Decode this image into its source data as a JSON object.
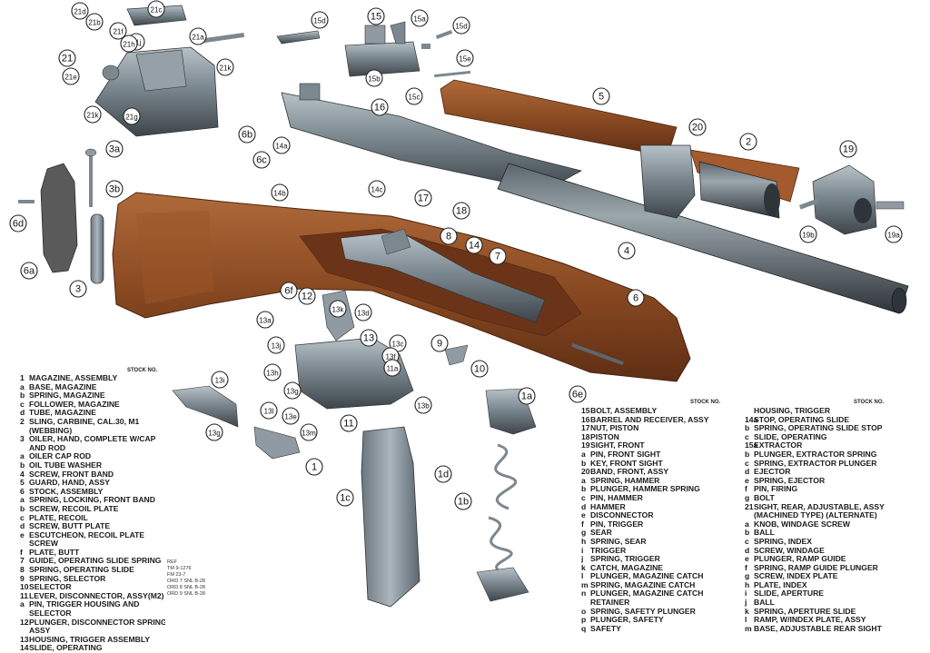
{
  "callouts": [
    {
      "label": "21d"
    },
    {
      "label": "21b"
    },
    {
      "label": "21f"
    },
    {
      "label": "21j"
    },
    {
      "label": "21h"
    },
    {
      "label": "21c"
    },
    {
      "label": "21"
    },
    {
      "label": "21e"
    },
    {
      "label": "21k"
    },
    {
      "label": "21g"
    },
    {
      "label": "21k"
    },
    {
      "label": "21a"
    },
    {
      "label": "15d"
    },
    {
      "label": "15"
    },
    {
      "label": "15a"
    },
    {
      "label": "15b"
    },
    {
      "label": "15c"
    },
    {
      "label": "15d"
    },
    {
      "label": "15e"
    },
    {
      "label": "5"
    },
    {
      "label": "16"
    },
    {
      "label": "20"
    },
    {
      "label": "2"
    },
    {
      "label": "19"
    },
    {
      "label": "6b"
    },
    {
      "label": "6c"
    },
    {
      "label": "14a"
    },
    {
      "label": "14c"
    },
    {
      "label": "14b"
    },
    {
      "label": "17"
    },
    {
      "label": "18"
    },
    {
      "label": "4"
    },
    {
      "label": "19b"
    },
    {
      "label": "19a"
    },
    {
      "label": "3a"
    },
    {
      "label": "3b"
    },
    {
      "label": "6d"
    },
    {
      "label": "6a"
    },
    {
      "label": "3"
    },
    {
      "label": "8"
    },
    {
      "label": "14"
    },
    {
      "label": "7"
    },
    {
      "label": "6"
    },
    {
      "label": "6f"
    },
    {
      "label": "12"
    },
    {
      "label": "13a"
    },
    {
      "label": "13k"
    },
    {
      "label": "13d"
    },
    {
      "label": "13"
    },
    {
      "label": "13c"
    },
    {
      "label": "13f"
    },
    {
      "label": "13j"
    },
    {
      "label": "11a"
    },
    {
      "label": "9"
    },
    {
      "label": "10"
    },
    {
      "label": "6e"
    },
    {
      "label": "13i"
    },
    {
      "label": "13h"
    },
    {
      "label": "13g"
    },
    {
      "label": "13l"
    },
    {
      "label": "13e"
    },
    {
      "label": "13m"
    },
    {
      "label": "11"
    },
    {
      "label": "13b"
    },
    {
      "label": "13g"
    },
    {
      "label": "1"
    },
    {
      "label": "1c"
    },
    {
      "label": "1d"
    },
    {
      "label": "1b"
    },
    {
      "label": "1a"
    }
  ],
  "legend_left": {
    "stock_header": "STOCK NO.",
    "items": [
      {
        "num": "1",
        "text": "MAGAZINE, ASSEMBLY"
      },
      {
        "num": "a",
        "text": "BASE, MAGAZINE"
      },
      {
        "num": "b",
        "text": "SPRING, MAGAZINE"
      },
      {
        "num": "c",
        "text": "FOLLOWER, MAGAZINE"
      },
      {
        "num": "d",
        "text": "TUBE, MAGAZINE"
      },
      {
        "num": "2",
        "text": "SLING, CARBINE, CAL.30, M1"
      },
      {
        "num": "",
        "text": "(WEBBING)"
      },
      {
        "num": "3",
        "text": "OILER, HAND, COMPLETE W/CAP"
      },
      {
        "num": "",
        "text": "AND ROD"
      },
      {
        "num": "a",
        "text": "OILER CAP ROD"
      },
      {
        "num": "b",
        "text": "OIL TUBE WASHER"
      },
      {
        "num": "4",
        "text": "SCREW, FRONT BAND"
      },
      {
        "num": "5",
        "text": "GUARD, HAND, ASSY"
      },
      {
        "num": "6",
        "text": "STOCK, ASSEMBLY"
      },
      {
        "num": "a",
        "text": "SPRING, LOCKING, FRONT BAND"
      },
      {
        "num": "b",
        "text": "SCREW, RECOIL PLATE"
      },
      {
        "num": "c",
        "text": "PLATE, RECOIL"
      },
      {
        "num": "d",
        "text": "SCREW, BUTT PLATE"
      },
      {
        "num": "e",
        "text": "ESCUTCHEON, RECOIL PLATE"
      },
      {
        "num": "",
        "text": "SCREW"
      },
      {
        "num": "f",
        "text": "PLATE, BUTT"
      },
      {
        "num": "7",
        "text": "GUIDE, OPERATING SLIDE SPRING"
      },
      {
        "num": "8",
        "text": "SPRING, OPERATING SLIDE"
      },
      {
        "num": "9",
        "text": "SPRING, SELECTOR"
      },
      {
        "num": "10",
        "text": "SELECTOR"
      },
      {
        "num": "11",
        "text": "LEVER, DISCONNECTOR, ASSY(M2)"
      },
      {
        "num": "a",
        "text": "PIN, TRIGGER HOUSING AND"
      },
      {
        "num": "",
        "text": "SELECTOR"
      },
      {
        "num": "12",
        "text": "PLUNGER, DISCONNECTOR SPRING,"
      },
      {
        "num": "",
        "text": "ASSY"
      },
      {
        "num": "13",
        "text": "HOUSING, TRIGGER ASSEMBLY"
      },
      {
        "num": "14",
        "text": "SLIDE, OPERATING"
      }
    ],
    "ref": [
      "REF",
      "TM 9-1276",
      "FM 23-7",
      "ORD 7 SNL B-28",
      "ORD 8 SNL B-28",
      "ORD 9 SNL B-28"
    ]
  },
  "legend_mid": {
    "stock_header": "STOCK NO.",
    "items": [
      {
        "num": "15",
        "text": "BOLT, ASSEMBLY"
      },
      {
        "num": "16",
        "text": "BARREL AND RECEIVER, ASSY"
      },
      {
        "num": "17",
        "text": "NUT, PISTON"
      },
      {
        "num": "18",
        "text": "PISTON"
      },
      {
        "num": "19",
        "text": "SIGHT, FRONT"
      },
      {
        "num": "a",
        "text": "PIN, FRONT SIGHT"
      },
      {
        "num": "b",
        "text": "KEY, FRONT SIGHT"
      },
      {
        "num": "20",
        "text": "BAND, FRONT, ASSY"
      },
      {
        "num": "a",
        "text": "SPRING, HAMMER"
      },
      {
        "num": "b",
        "text": "PLUNGER, HAMMER SPRING"
      },
      {
        "num": "c",
        "text": "PIN, HAMMER"
      },
      {
        "num": "d",
        "text": "HAMMER"
      },
      {
        "num": "e",
        "text": "DISCONNECTOR"
      },
      {
        "num": "f",
        "text": "PIN, TRIGGER"
      },
      {
        "num": "g",
        "text": "SEAR"
      },
      {
        "num": "h",
        "text": "SPRING, SEAR"
      },
      {
        "num": "i",
        "text": "TRIGGER"
      },
      {
        "num": "j",
        "text": "SPRING, TRIGGER"
      },
      {
        "num": "k",
        "text": "CATCH, MAGAZINE"
      },
      {
        "num": "l",
        "text": "PLUNGER, MAGAZINE CATCH"
      },
      {
        "num": "m",
        "text": "SPRING, MAGAZINE CATCH"
      },
      {
        "num": "n",
        "text": "PLUNGER, MAGAZINE CATCH"
      },
      {
        "num": "",
        "text": "RETAINER"
      },
      {
        "num": "o",
        "text": "SPRING, SAFETY PLUNGER"
      },
      {
        "num": "p",
        "text": "PLUNGER, SAFETY"
      },
      {
        "num": "q",
        "text": "SAFETY"
      }
    ]
  },
  "legend_right": {
    "stock_header": "STOCK NO.",
    "items": [
      {
        "num": "",
        "text": "HOUSING, TRIGGER"
      },
      {
        "num": "14a",
        "text": "STOP, OPERATING SLIDE"
      },
      {
        "num": "b",
        "text": "SPRING, OPERATING SLIDE STOP"
      },
      {
        "num": "c",
        "text": "SLIDE, OPERATING"
      },
      {
        "num": "15a",
        "text": "EXTRACTOR"
      },
      {
        "num": "b",
        "text": "PLUNGER, EXTRACTOR SPRING"
      },
      {
        "num": "c",
        "text": "SPRING, EXTRACTOR PLUNGER"
      },
      {
        "num": "d",
        "text": "EJECTOR"
      },
      {
        "num": "e",
        "text": "SPRING, EJECTOR"
      },
      {
        "num": "f",
        "text": "PIN, FIRING"
      },
      {
        "num": "g",
        "text": "BOLT"
      },
      {
        "num": "21",
        "text": "SIGHT, REAR, ADJUSTABLE, ASSY"
      },
      {
        "num": "",
        "text": "(MACHINED TYPE) (ALTERNATE)"
      },
      {
        "num": "a",
        "text": "KNOB, WINDAGE SCREW"
      },
      {
        "num": "b",
        "text": "BALL"
      },
      {
        "num": "c",
        "text": "SPRING, INDEX"
      },
      {
        "num": "d",
        "text": "SCREW, WINDAGE"
      },
      {
        "num": "e",
        "text": "PLUNGER, RAMP GUIDE"
      },
      {
        "num": "f",
        "text": "SPRING, RAMP GUIDE PLUNGER"
      },
      {
        "num": "g",
        "text": "SCREW, INDEX PLATE"
      },
      {
        "num": "h",
        "text": "PLATE, INDEX"
      },
      {
        "num": "i",
        "text": "SLIDE, APERTURE"
      },
      {
        "num": "j",
        "text": "BALL"
      },
      {
        "num": "k",
        "text": "SPRING, APERTURE SLIDE"
      },
      {
        "num": "l",
        "text": "RAMP, W/INDEX PLATE, ASSY"
      },
      {
        "num": "m",
        "text": "BASE, ADJUSTABLE REAR SIGHT"
      }
    ]
  },
  "colors": {
    "wood": "#8a4a22",
    "wood_dark": "#5e2e14",
    "wood_light": "#b0673a",
    "steel": "#6f7a82",
    "steel_dark": "#3d454b",
    "steel_light": "#a7b1b8",
    "magazine": "#8c98a2",
    "rubber": "#5a5a5a"
  }
}
